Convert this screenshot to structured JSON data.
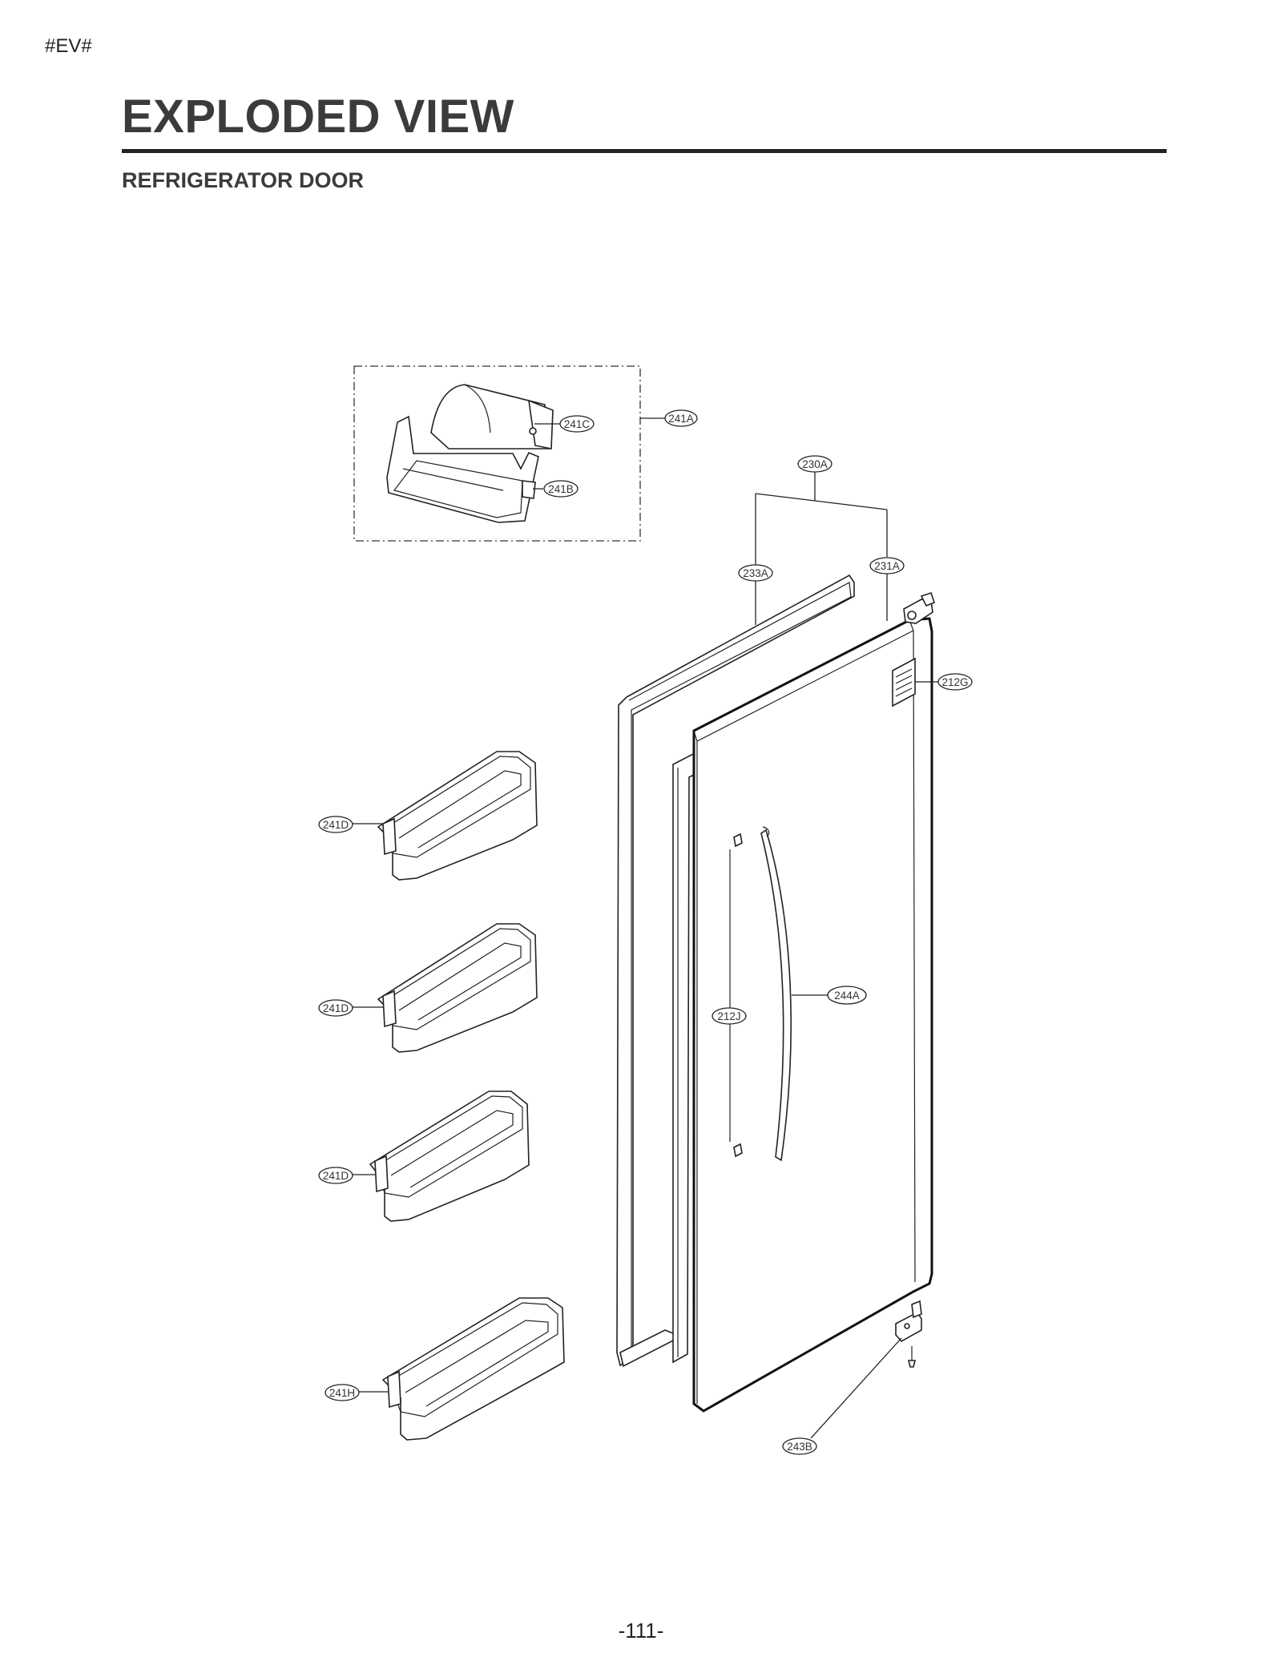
{
  "header": {
    "corner_tag": "#EV#",
    "title": "EXPLODED VIEW",
    "subtitle": "REFRIGERATOR DOOR"
  },
  "callouts": {
    "c241A": "241A",
    "c241C": "241C",
    "c241B": "241B",
    "c230A": "230A",
    "c233A": "233A",
    "c231A": "231A",
    "c212G": "212G",
    "c241D_1": "241D",
    "c241D_2": "241D",
    "c241D_3": "241D",
    "c244A": "244A",
    "c212J": "212J",
    "c241H": "241H",
    "c243B": "243B"
  },
  "footer": {
    "page_number": "-111-"
  }
}
